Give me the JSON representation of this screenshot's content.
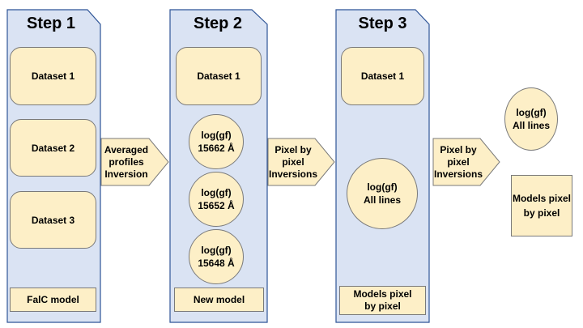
{
  "step1": {
    "title": "Step 1",
    "datasets": [
      "Dataset 1",
      "Dataset 2",
      "Dataset 3"
    ],
    "footer": "FalC model"
  },
  "arrow1": {
    "lines": [
      "Averaged",
      "profiles",
      "Inversion"
    ]
  },
  "step2": {
    "title": "Step 2",
    "dataset": "Dataset 1",
    "circles": [
      {
        "line1": "log(gf)",
        "line2": "15662 Å"
      },
      {
        "line1": "log(gf)",
        "line2": "15652 Å"
      },
      {
        "line1": "log(gf)",
        "line2": "15648 Å"
      }
    ],
    "footer": "New model"
  },
  "arrow2": {
    "lines": [
      "Pixel by",
      "pixel",
      "Inversions"
    ]
  },
  "step3": {
    "title": "Step 3",
    "dataset": "Dataset 1",
    "circle": {
      "line1": "log(gf)",
      "line2": "All lines"
    },
    "footer_lines": [
      "Models pixel",
      "by pixel"
    ]
  },
  "arrow3": {
    "lines": [
      "Pixel by",
      "pixel",
      "Inversions"
    ]
  },
  "result": {
    "circle": {
      "line1": "log(gf)",
      "line2": "All lines"
    },
    "box_lines": [
      "Models pixel",
      "by pixel"
    ]
  },
  "colors": {
    "column_fill": "#dae3f3",
    "column_stroke": "#2f5597",
    "box_fill": "#fdefc7",
    "box_stroke": "#7a7a7a"
  }
}
